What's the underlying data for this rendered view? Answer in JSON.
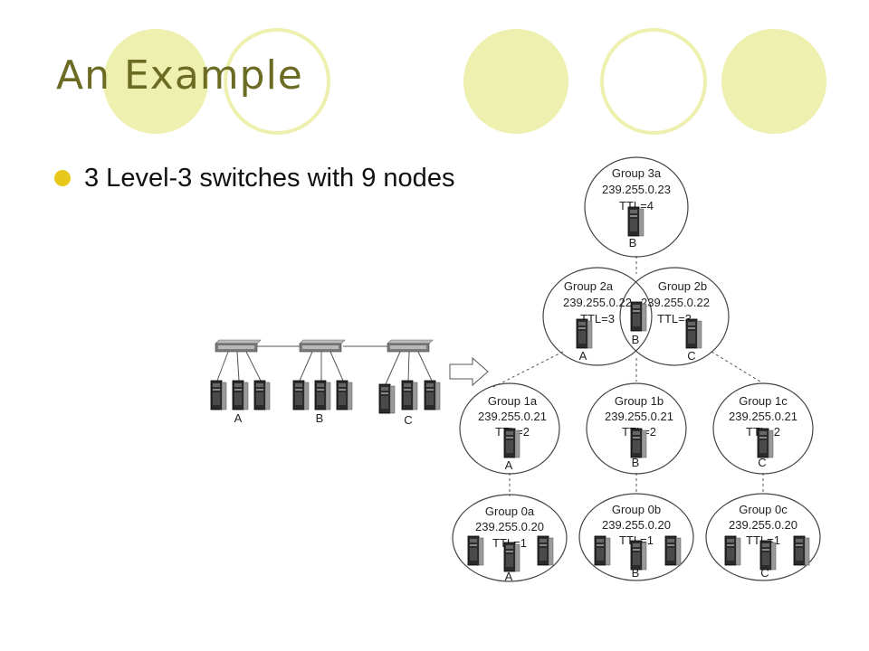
{
  "slide": {
    "title": "An Example",
    "bullet": "3 Level-3 switches with 9 nodes"
  },
  "colors": {
    "deco_fill": "#eef0b0",
    "deco_ring": "#eef0b0",
    "title": "#6b6b24",
    "bullet": "#e8c81a"
  },
  "switch_topology": {
    "node_labels": [
      "A",
      "B",
      "C"
    ]
  },
  "groups": [
    {
      "id": "3a",
      "name": "Group 3a",
      "address": "239.255.0.23",
      "ttl": "TTL=4"
    },
    {
      "id": "2a",
      "name": "Group 2a",
      "address": "239.255.0.22",
      "ttl": "TTL=3"
    },
    {
      "id": "2b",
      "name": "Group 2b",
      "address": "239.255.0.22",
      "ttl": "TTL=3"
    },
    {
      "id": "1a",
      "name": "Group 1a",
      "address": "239.255.0.21",
      "ttl": "TTL=2"
    },
    {
      "id": "1b",
      "name": "Group 1b",
      "address": "239.255.0.21",
      "ttl": "TTL=2"
    },
    {
      "id": "1c",
      "name": "Group 1c",
      "address": "239.255.0.21",
      "ttl": "TTL=2"
    },
    {
      "id": "0a",
      "name": "Group 0a",
      "address": "239.255.0.20",
      "ttl": "TTL=1"
    },
    {
      "id": "0b",
      "name": "Group 0b",
      "address": "239.255.0.20",
      "ttl": "TTL=1"
    },
    {
      "id": "0c",
      "name": "Group 0c",
      "address": "239.255.0.20",
      "ttl": "TTL=1"
    }
  ],
  "server_labels": {
    "g3a": "B",
    "g2a": "A",
    "g2_mid": "B",
    "g2b": "C",
    "g1a": "A",
    "g1b": "B",
    "g1c": "C",
    "g0a": "A",
    "g0b": "B",
    "g0c": "C"
  }
}
